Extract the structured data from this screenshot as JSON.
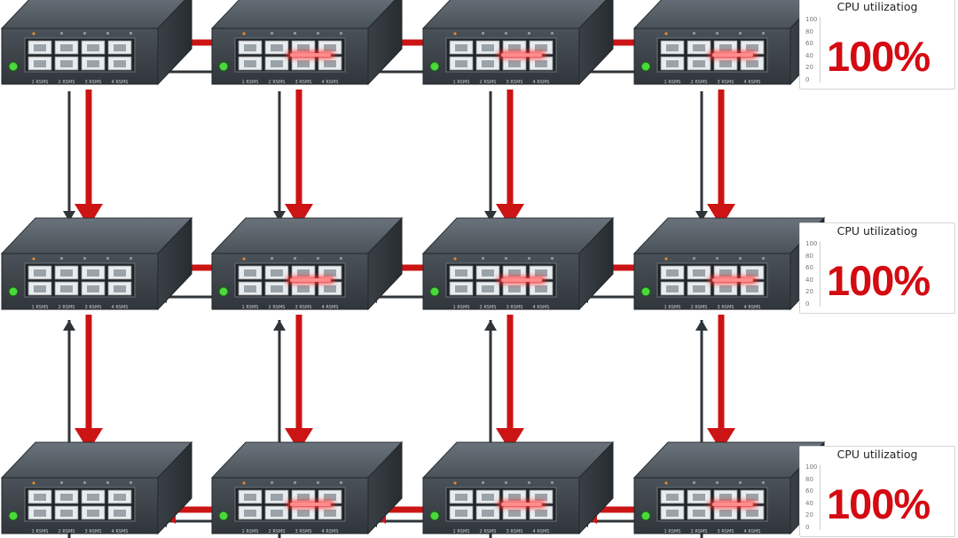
{
  "colors": {
    "traffic_arrow": "#cc1414",
    "link_line": "#2f3438",
    "switch_body": "#3e454c",
    "switch_top": "#586068",
    "port_alert": "#ff2a2a",
    "power_led": "#49d93a",
    "cpu_value": "#d40b12"
  },
  "switch_grid": {
    "rows": 3,
    "columns": 4,
    "port_labels": [
      "1 RSMS",
      "2 RSMS",
      "3 RSMS",
      "4 RSMS"
    ],
    "alert_port_lit": [
      [
        false,
        true,
        true,
        true
      ],
      [
        false,
        true,
        true,
        true
      ],
      [
        false,
        true,
        true,
        true
      ]
    ]
  },
  "traffic": {
    "horizontal_arrow_direction_by_row": [
      "right",
      "right",
      "left"
    ],
    "vertical_arrow_direction": "down"
  },
  "cpu_panels": [
    {
      "title": "CPU utilizatiog",
      "value": "100%",
      "scale": [
        "100",
        "80",
        "60",
        "40",
        "20",
        "0"
      ]
    },
    {
      "title": "CPU utilizatiog",
      "value": "100%",
      "scale": [
        "100",
        "80",
        "60",
        "40",
        "20",
        "0"
      ]
    },
    {
      "title": "CPU utilizatiog",
      "value": "100%",
      "scale": [
        "100",
        "80",
        "60",
        "40",
        "20",
        "0"
      ]
    }
  ]
}
